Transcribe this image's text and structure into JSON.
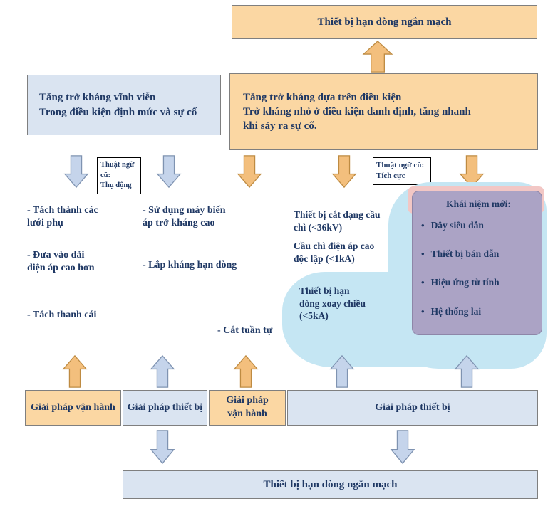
{
  "colors": {
    "orange_box": "#FBD7A3",
    "blue_box": "#DAE4F1",
    "orange_arrow": "#F3BF7D",
    "blue_arrow": "#C5D4EB",
    "blob": "#C5E6F3",
    "purple_box": "#ABA3C5",
    "pink_accent": "#F2C7C5",
    "text": "#1F3864",
    "border": "#7F7F7F"
  },
  "top_box": {
    "label": "Thiết bị hạn dòng ngắn mạch"
  },
  "permanent_box": {
    "line1": "Tăng trở kháng vĩnh viễn",
    "line2": "Trong điều kiện định mức và sự cố"
  },
  "conditional_box": {
    "line1": "Tăng trở kháng dựa trên điều kiện",
    "line2": "Trở kháng nhỏ ở điều kiện danh định, tăng nhanh\nkhi sảy ra sự cố."
  },
  "old_term_passive": {
    "line1": "Thuật ngữ cũ:",
    "line2": "Thụ động"
  },
  "old_term_active": {
    "line1": "Thuật ngữ cũ:",
    "line2": "Tích cực"
  },
  "operational_list": {
    "item1": "- Tách thành các\nlưới phụ",
    "item2": "- Đưa vào dải\nđiện áp cao hơn",
    "item3": "- Tách thanh cái"
  },
  "device_list": {
    "item1": "- Sử dụng máy biến\náp trở kháng cao",
    "item2": "- Lắp kháng hạn dòng"
  },
  "sequential_item": "- Cắt tuần tự",
  "fuse_block": {
    "line1": "Thiết bị cắt dạng cầu\nchì (<36kV)",
    "line2": "Cầu chì điện áp cao\nđộc lập (<1kA)"
  },
  "ac_limiter": "Thiết bị hạn\ndòng xoay chiều\n(<5kA)",
  "new_concepts": {
    "title": "Khái niệm mới:",
    "items": [
      "Dây siêu dẫn",
      "Thiết bị bán dẫn",
      "Hiệu ứng từ tính",
      "Hệ thống lai"
    ]
  },
  "solution_boxes": {
    "op1": "Giải pháp vận hành",
    "dev1": "Giải pháp thiết bị",
    "op2": "Giải pháp vận hành",
    "dev2": "Giải pháp thiết bị"
  },
  "bottom_box": {
    "label": "Thiết bị hạn dòng ngắn mạch"
  }
}
